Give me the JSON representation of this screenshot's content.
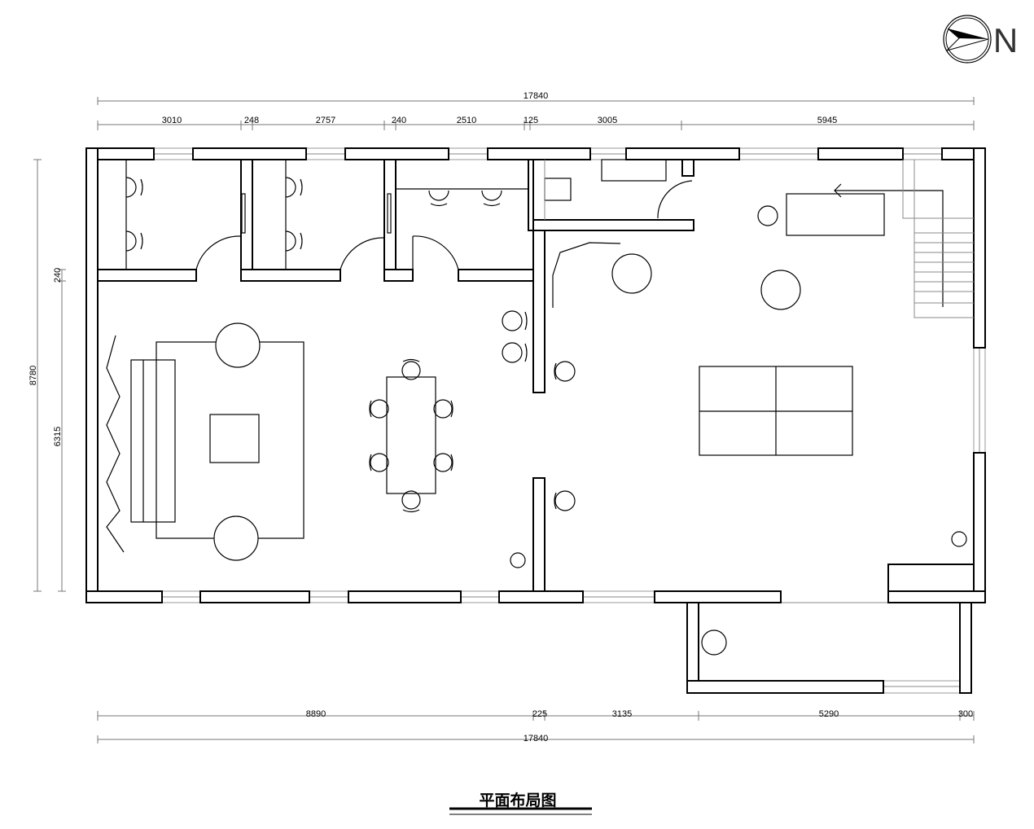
{
  "title": "平面布局图",
  "compass": {
    "label": "N"
  },
  "dimensions": {
    "top_total": "17840",
    "top_segments": [
      "3010",
      "248",
      "2757",
      "240",
      "2510",
      "125",
      "3005",
      "5945"
    ],
    "bottom_segments": [
      "8890",
      "225",
      "3135",
      "5290",
      "300"
    ],
    "bottom_total": "17840",
    "left_total": "8780",
    "left_segments": [
      "240",
      "6315"
    ]
  },
  "colors": {
    "line": "#000000",
    "dim": "#777777",
    "window": "#999999"
  }
}
